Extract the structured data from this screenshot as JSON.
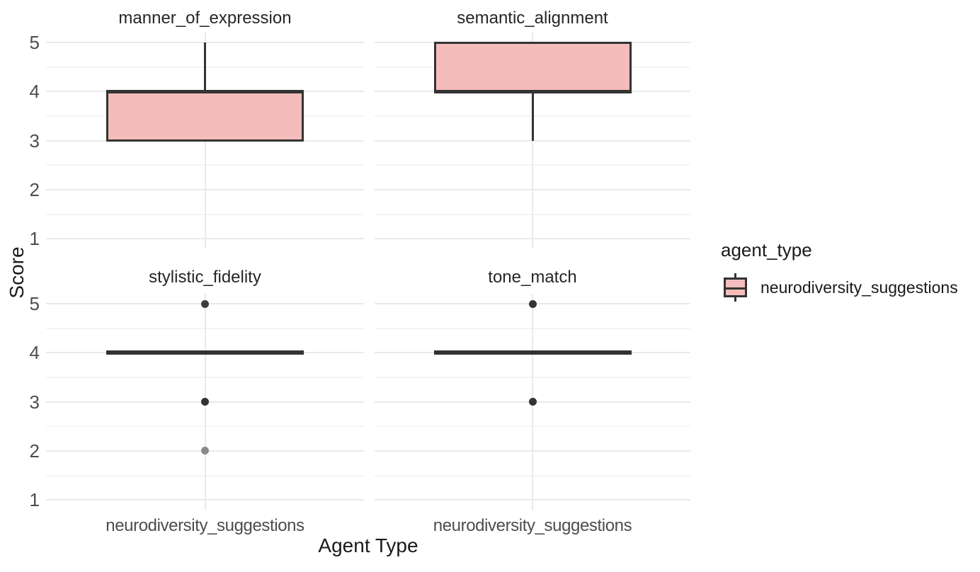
{
  "axes": {
    "y_title": "Score",
    "x_title": "Agent Type"
  },
  "legend": {
    "title": "agent_type",
    "items": [
      {
        "label": "neurodiversity_suggestions",
        "fill": "#F4BCBA"
      }
    ]
  },
  "chart_data": {
    "type": "boxplot",
    "title": "",
    "xlabel": "Agent Type",
    "ylabel": "Score",
    "x_category": "neurodiversity_suggestions",
    "y_ticks": [
      5,
      4,
      3,
      2,
      1
    ],
    "y_minor_ticks": [
      4.5,
      3.5,
      2.5,
      1.5
    ],
    "ylim": [
      0.8,
      5.2
    ],
    "grid": "horizontal major+minor, one vertical major per panel",
    "legend_position": "right",
    "legend_title": "agent_type",
    "series_name": "neurodiversity_suggestions",
    "facets": [
      {
        "title": "manner_of_expression",
        "row": 0,
        "col": 0,
        "stats": {
          "min": 3,
          "q1": 3,
          "median": 4,
          "q3": 4,
          "max": 5
        },
        "outliers": []
      },
      {
        "title": "semantic_alignment",
        "row": 0,
        "col": 1,
        "stats": {
          "min": 3,
          "q1": 4,
          "median": 4,
          "q3": 5,
          "max": 5
        },
        "outliers": []
      },
      {
        "title": "stylistic_fidelity",
        "row": 1,
        "col": 0,
        "stats": {
          "min": 4,
          "q1": 4,
          "median": 4,
          "q3": 4,
          "max": 4
        },
        "outliers": [
          {
            "value": 5,
            "color": "#3d3d3d"
          },
          {
            "value": 3,
            "color": "#333333"
          },
          {
            "value": 2,
            "color": "#8a8a8a"
          }
        ]
      },
      {
        "title": "tone_match",
        "row": 1,
        "col": 1,
        "stats": {
          "min": 4,
          "q1": 4,
          "median": 4,
          "q3": 4,
          "max": 4
        },
        "outliers": [
          {
            "value": 5,
            "color": "#333333"
          },
          {
            "value": 3,
            "color": "#333333"
          }
        ]
      }
    ],
    "colors": {
      "box_fill": "#F4BCBA",
      "box_stroke": "#333333",
      "grid_major": "#E9E9E9",
      "grid_minor": "#F4F4F4",
      "tick_label": "#4D4D4D",
      "strip_title": "#262626",
      "axis_title": "#1A1A1A"
    }
  }
}
